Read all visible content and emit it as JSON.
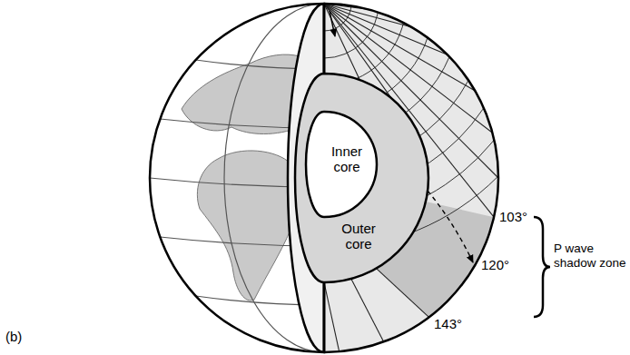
{
  "diagram": {
    "nodes": [
      {
        "text": [
          "Outer core"
        ]
      },
      {
        "text": [
          "Inner core"
        ],
        "in": 0
      }
    ],
    "labels": [
      "103°",
      "120°",
      "143°",
      "P wave shadow zone",
      "(b)"
    ]
  }
}
